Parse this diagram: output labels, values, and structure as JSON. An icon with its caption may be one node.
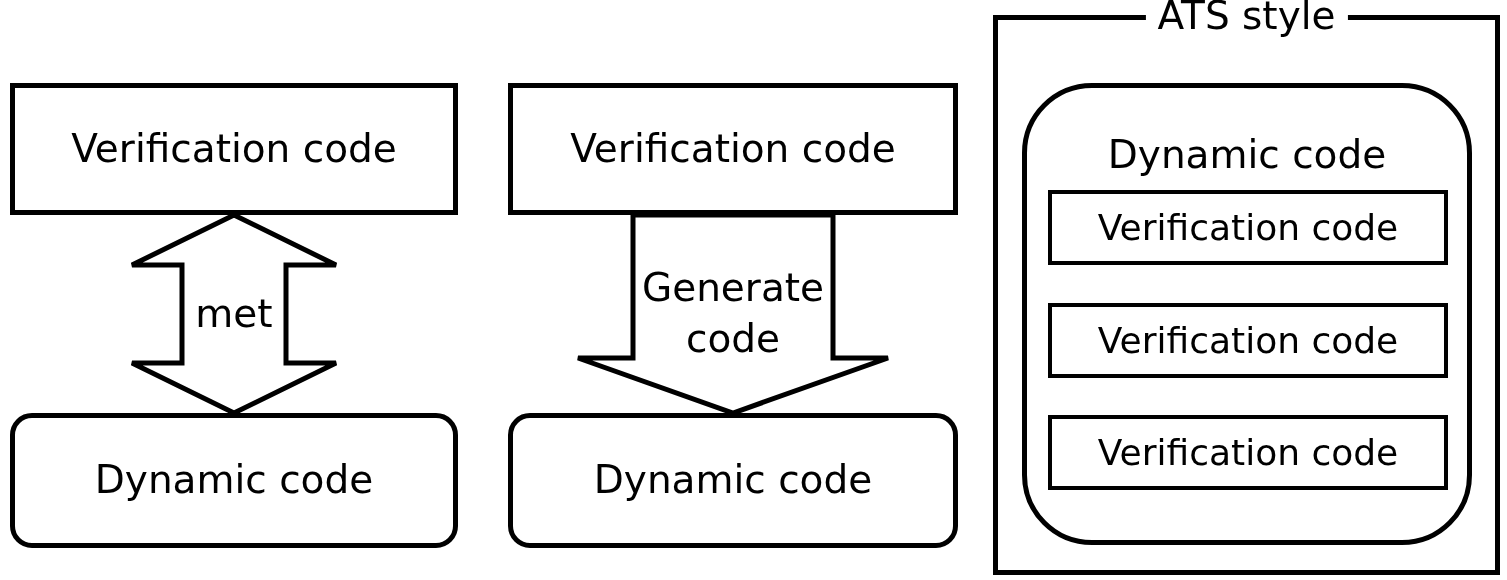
{
  "diagram": {
    "nodes": [
      {
        "text": [
          "Verification code"
        ]
      },
      {
        "text": [
          "Dynamic code"
        ]
      },
      {
        "text": [
          "Verification code"
        ]
      },
      {
        "text": [
          "Dynamic code"
        ]
      },
      {
        "text": [
          "ATS style"
        ]
      },
      {
        "text": [
          "Dynamic code"
        ],
        "in": 4
      },
      {
        "text": [
          "Verification code"
        ],
        "in": 5
      },
      {
        "text": [
          "Verification code"
        ],
        "in": 5
      },
      {
        "text": [
          "Verification code"
        ],
        "in": 5
      }
    ],
    "edges": [
      {
        "from": 0,
        "to": 1,
        "arrow": "both",
        "label": "met",
        "style": "thick"
      },
      {
        "from": 2,
        "to": 3,
        "arrow": "to",
        "label": "Generate code",
        "style": "thick"
      }
    ]
  }
}
